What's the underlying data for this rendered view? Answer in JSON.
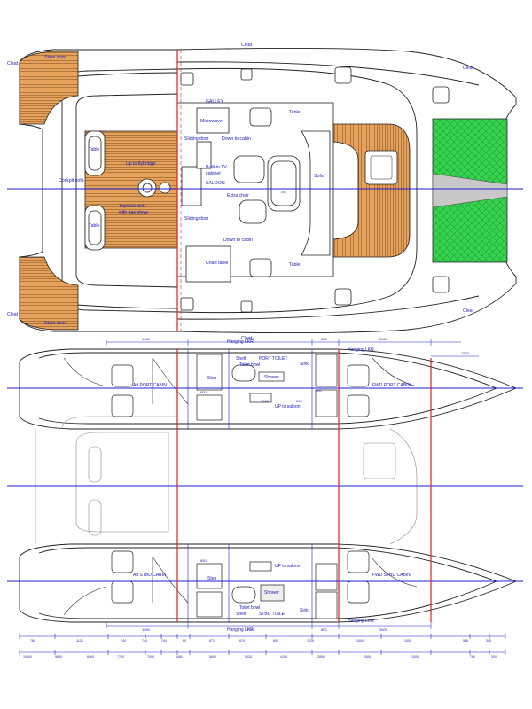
{
  "deck": {
    "cleat_top": "Cleat",
    "cleat_bottom": "Cleat",
    "cleat_left_top": "Cleat",
    "cleat_left_bottom": "Cleat",
    "cleat_right_top": "Cleat",
    "cleat_right_bottom": "Cleat",
    "stern_door_top": "Stern door",
    "stern_door_bottom": "Stern door",
    "galley": "GALLEY",
    "microwave": "Microwave",
    "table_top": "Table",
    "table_bottom": "Table",
    "sliding_door_top": "Sliding door",
    "sliding_door_bottom": "Sliding door",
    "down_to_cabin_top": "Down to cabin",
    "down_to_cabin_bottom": "Down to cabin",
    "table_left_top": "Table",
    "table_left_bottom": "Table",
    "cockpit_sofa": "Cockpit sofa",
    "up_to_flybridge": "Up to flybridge",
    "topcock_sink": "Topcock sink",
    "with_gas_stove": "with gas stove",
    "built_in_tv": "Built-in TV",
    "cabinet": "cabinet",
    "saloon": "SALOON",
    "extra_chair": "Extra chair",
    "sofa": "Sofa",
    "chart_table": "Chart table",
    "table_dim": "750"
  },
  "cabins": {
    "hanging_lkr_top": "Hanging LKR.",
    "hanging_lkr_top_right": "Hanging LKR.",
    "hanging_lkr_bottom": "Hanging LKR.",
    "hanging_lkr_bottom_right": "Hanging LKR.",
    "shelf_top": "Shelf",
    "shelf_bottom": "Shelf",
    "port_toilet": "PORT TOILET",
    "stbd_toilet": "STBD TOILET",
    "toilet_bowl_top": "Toilet bowl",
    "toilet_bowl_bottom": "Toilet bowl",
    "shower_top": "Shower",
    "shower_bottom": "Shower",
    "sink_top": "Sink",
    "sink_bottom": "Sink",
    "aft_port_cabin": "Aft PORT CABIN",
    "fwd_port_cabin": "FWD PORT CABIN",
    "aft_stbd_cabin": "Aft STBD CABIN",
    "fwd_stbd_cabin": "FWD STBD CABIN",
    "up_to_saloon_top": "UP to saloon",
    "up_to_saloon_bottom": "UP to saloon",
    "step_top": "Step",
    "step_bottom": "Step",
    "dim_top": [
      "1650",
      "1720",
      "800",
      "2600",
      "1500"
    ],
    "dim_bottom": [
      "1650",
      "1720",
      "800",
      "2600"
    ],
    "dim_inner": [
      "800",
      "1000",
      "530",
      "650",
      "800"
    ]
  },
  "scale": {
    "row1": [
      "780",
      "1126",
      "744",
      "744",
      "744",
      "80",
      "871",
      "870",
      "800",
      "1229",
      "1004",
      "1000",
      "538",
      "300"
    ],
    "row2": [
      "10500",
      "9800",
      "8460",
      "7700",
      "7000",
      "6480",
      "5600",
      "5020",
      "4150",
      "2850",
      "2500",
      "1500",
      "780",
      "300"
    ]
  },
  "colors": {
    "teak": "#e6a15a",
    "teak_line": "#8a5a2a",
    "net": "#35d24f",
    "centerline": "#1f1fd0",
    "bulkhead": "#e02020",
    "label": "#1a1ac0"
  }
}
